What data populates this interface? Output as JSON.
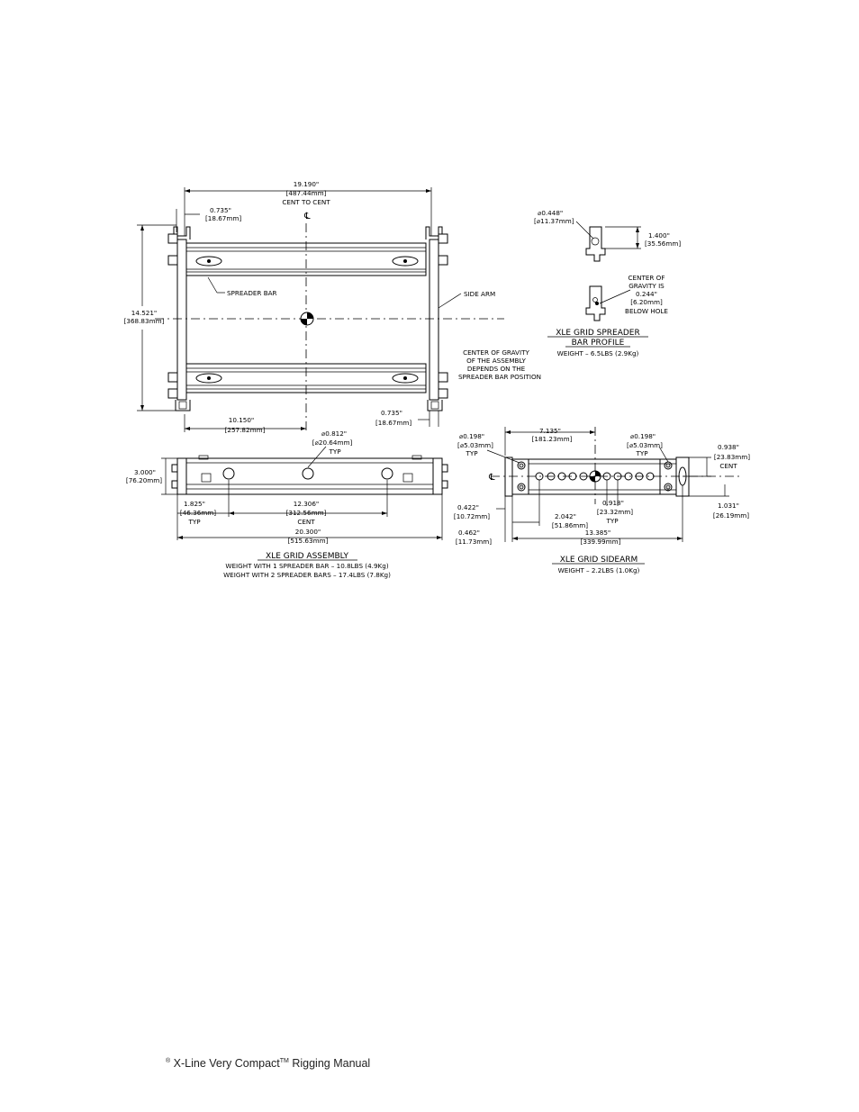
{
  "assembly_top": {
    "width_dim": "19.190\"",
    "width_dim_mm": "[487.44mm]",
    "cent_to_cent": "CENT TO CENT",
    "centerline": "℄",
    "arm_offset_dim": "0.735\"",
    "arm_offset_dim_mm": "[18.67mm]",
    "height_dim": "14.521\"",
    "height_dim_mm": "[368.83mm]",
    "spreader_bar_label": "SPREADER BAR",
    "side_arm_label": "SIDE ARM",
    "cog_note_line1": "CENTER OF GRAVITY",
    "cog_note_line2": "OF THE ASSEMBLY",
    "cog_note_line3": "DEPENDS ON THE",
    "cog_note_line4": "SPREADER BAR POSITION",
    "half_width_dim": "10.150\"",
    "half_width_dim_mm": "[257.82mm]",
    "bottom_offset_dim": "0.735\"",
    "bottom_offset_dim_mm": "[18.67mm]"
  },
  "spreader_profile": {
    "hole_dim": "⌀0.448\"",
    "hole_dim_mm": "[⌀11.37mm]",
    "height_dim": "1.400\"",
    "height_dim_mm": "[35.56mm]",
    "cog_line1": "CENTER OF",
    "cog_line2": "GRAVITY IS",
    "cog_line3": "0.244\"",
    "cog_line4": "[6.20mm]",
    "cog_line5": "BELOW HOLE",
    "title_line1": "XLE GRID SPREADER",
    "title_line2": "BAR PROFILE",
    "weight": "WEIGHT – 6.5LBS (2.9Kg)"
  },
  "assembly_side": {
    "hole_dim": "⌀0.812\"",
    "hole_dim_mm": "[⌀20.64mm]",
    "hole_typ": "TYP",
    "height_dim": "3.000\"",
    "height_dim_mm": "[76.20mm]",
    "edge_dim": "1.825\"",
    "edge_dim_mm": "[46.36mm]",
    "edge_typ": "TYP",
    "cent_dim": "12.306\"",
    "cent_dim_mm": "[312.56mm]",
    "cent_label": "CENT",
    "overall_dim": "20.300\"",
    "overall_dim_mm": "[515.63mm]",
    "title": "XLE GRID ASSEMBLY",
    "weight_1": "WEIGHT WITH 1 SPREADER BAR – 10.8LBS (4.9Kg)",
    "weight_2": "WEIGHT WITH 2 SPREADER BARS – 17.4LBS (7.8Kg)"
  },
  "sidearm": {
    "hole_left_dim": "⌀0.198\"",
    "hole_left_dim_mm": "[⌀5.03mm]",
    "hole_left_typ": "TYP",
    "cg_dim": "7.135\"",
    "cg_dim_mm": "[181.23mm]",
    "hole_right_dim": "⌀0.198\"",
    "hole_right_dim_mm": "[⌀5.03mm]",
    "hole_right_typ": "TYP",
    "end_dim": "0.938\"",
    "end_dim_mm": "[23.83mm]",
    "end_cent": "CENT",
    "centerline": "℄",
    "left_dim1": "0.422\"",
    "left_dim1_mm": "[10.72mm]",
    "left_dim2": "0.462\"",
    "left_dim2_mm": "[11.73mm]",
    "first_hole_dim": "2.042\"",
    "first_hole_dim_mm": "[51.86mm]",
    "pitch_dim": "0.918\"",
    "pitch_dim_mm": "[23.32mm]",
    "pitch_typ": "TYP",
    "right_dim": "1.031\"",
    "right_dim_mm": "[26.19mm]",
    "overall_dim": "13.385\"",
    "overall_dim_mm": "[339.99mm]",
    "title": "XLE GRID SIDEARM",
    "weight": "WEIGHT – 2.2LBS (1.0Kg)"
  },
  "footer": {
    "registered": "®",
    "text": "X-Line Very Compact",
    "tm": "TM",
    "suffix": " Rigging Manual"
  }
}
